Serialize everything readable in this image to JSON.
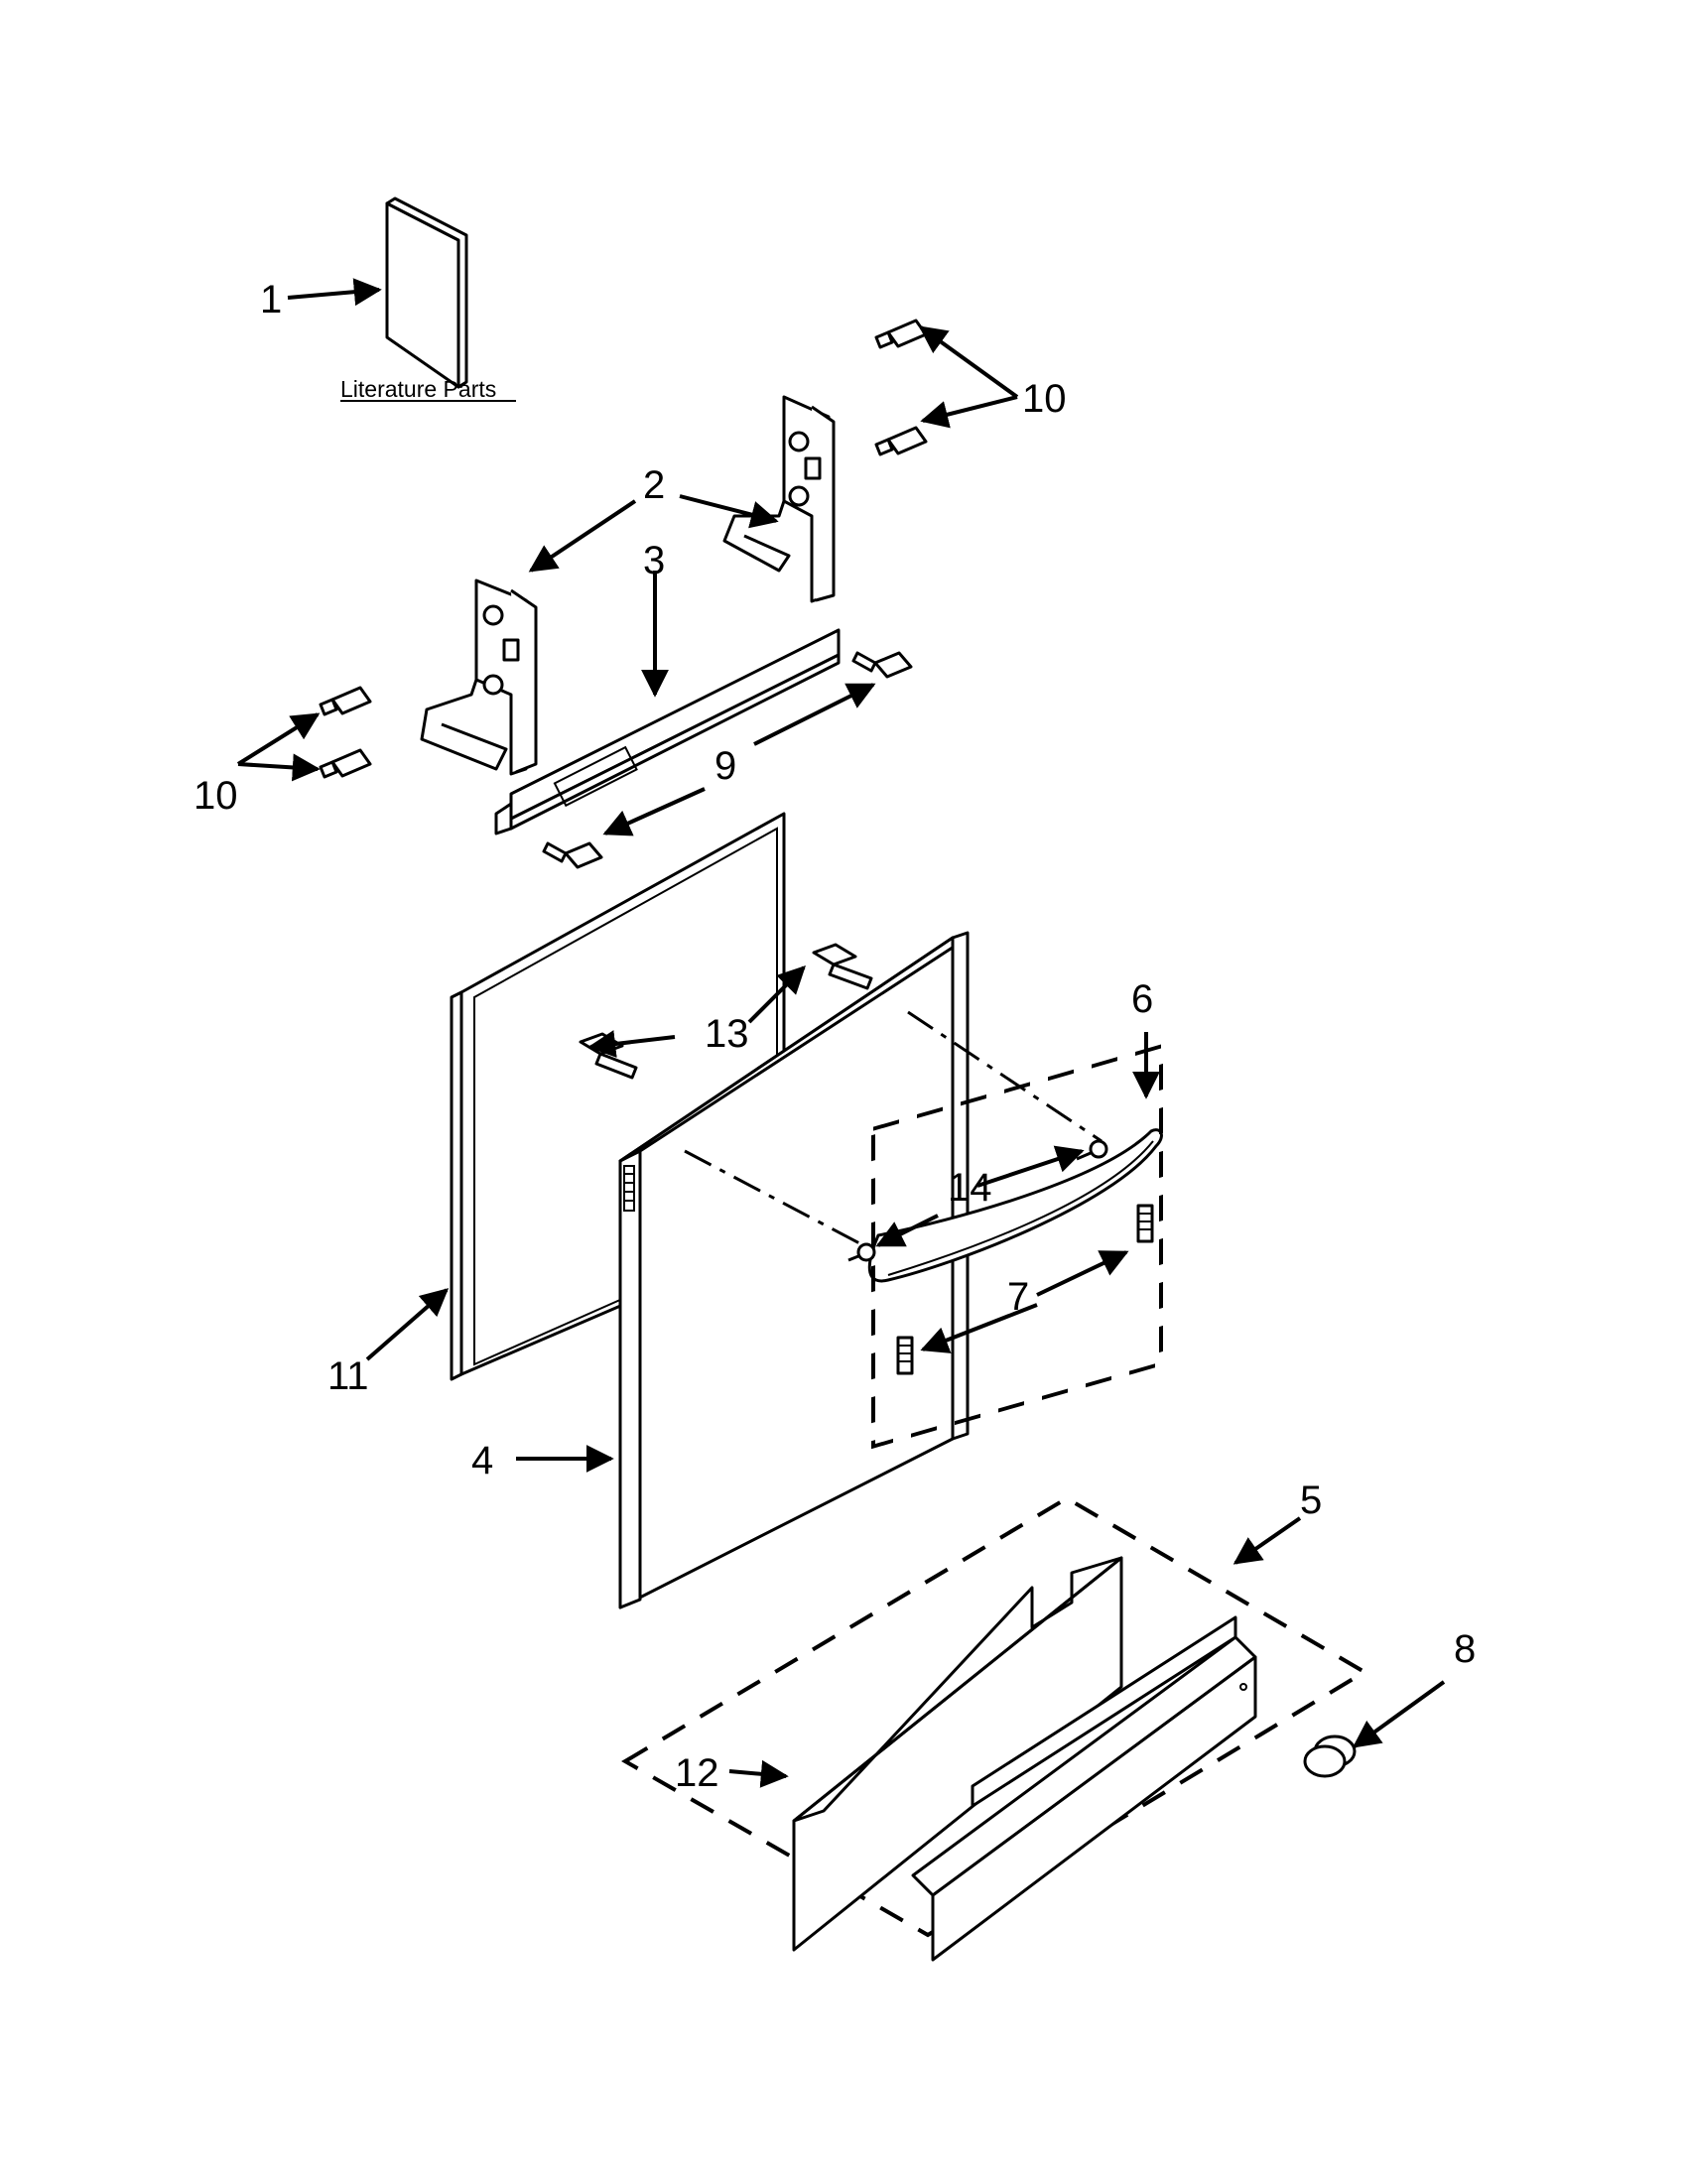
{
  "literature": {
    "label": "Literature Parts"
  },
  "callouts": {
    "c1": "1",
    "c2": "2",
    "c3": "3",
    "c4": "4",
    "c5": "5",
    "c6": "6",
    "c7": "7",
    "c8": "8",
    "c9": "9",
    "c10": "10",
    "c11": "11",
    "c12": "12",
    "c13": "13",
    "c14": "14"
  }
}
